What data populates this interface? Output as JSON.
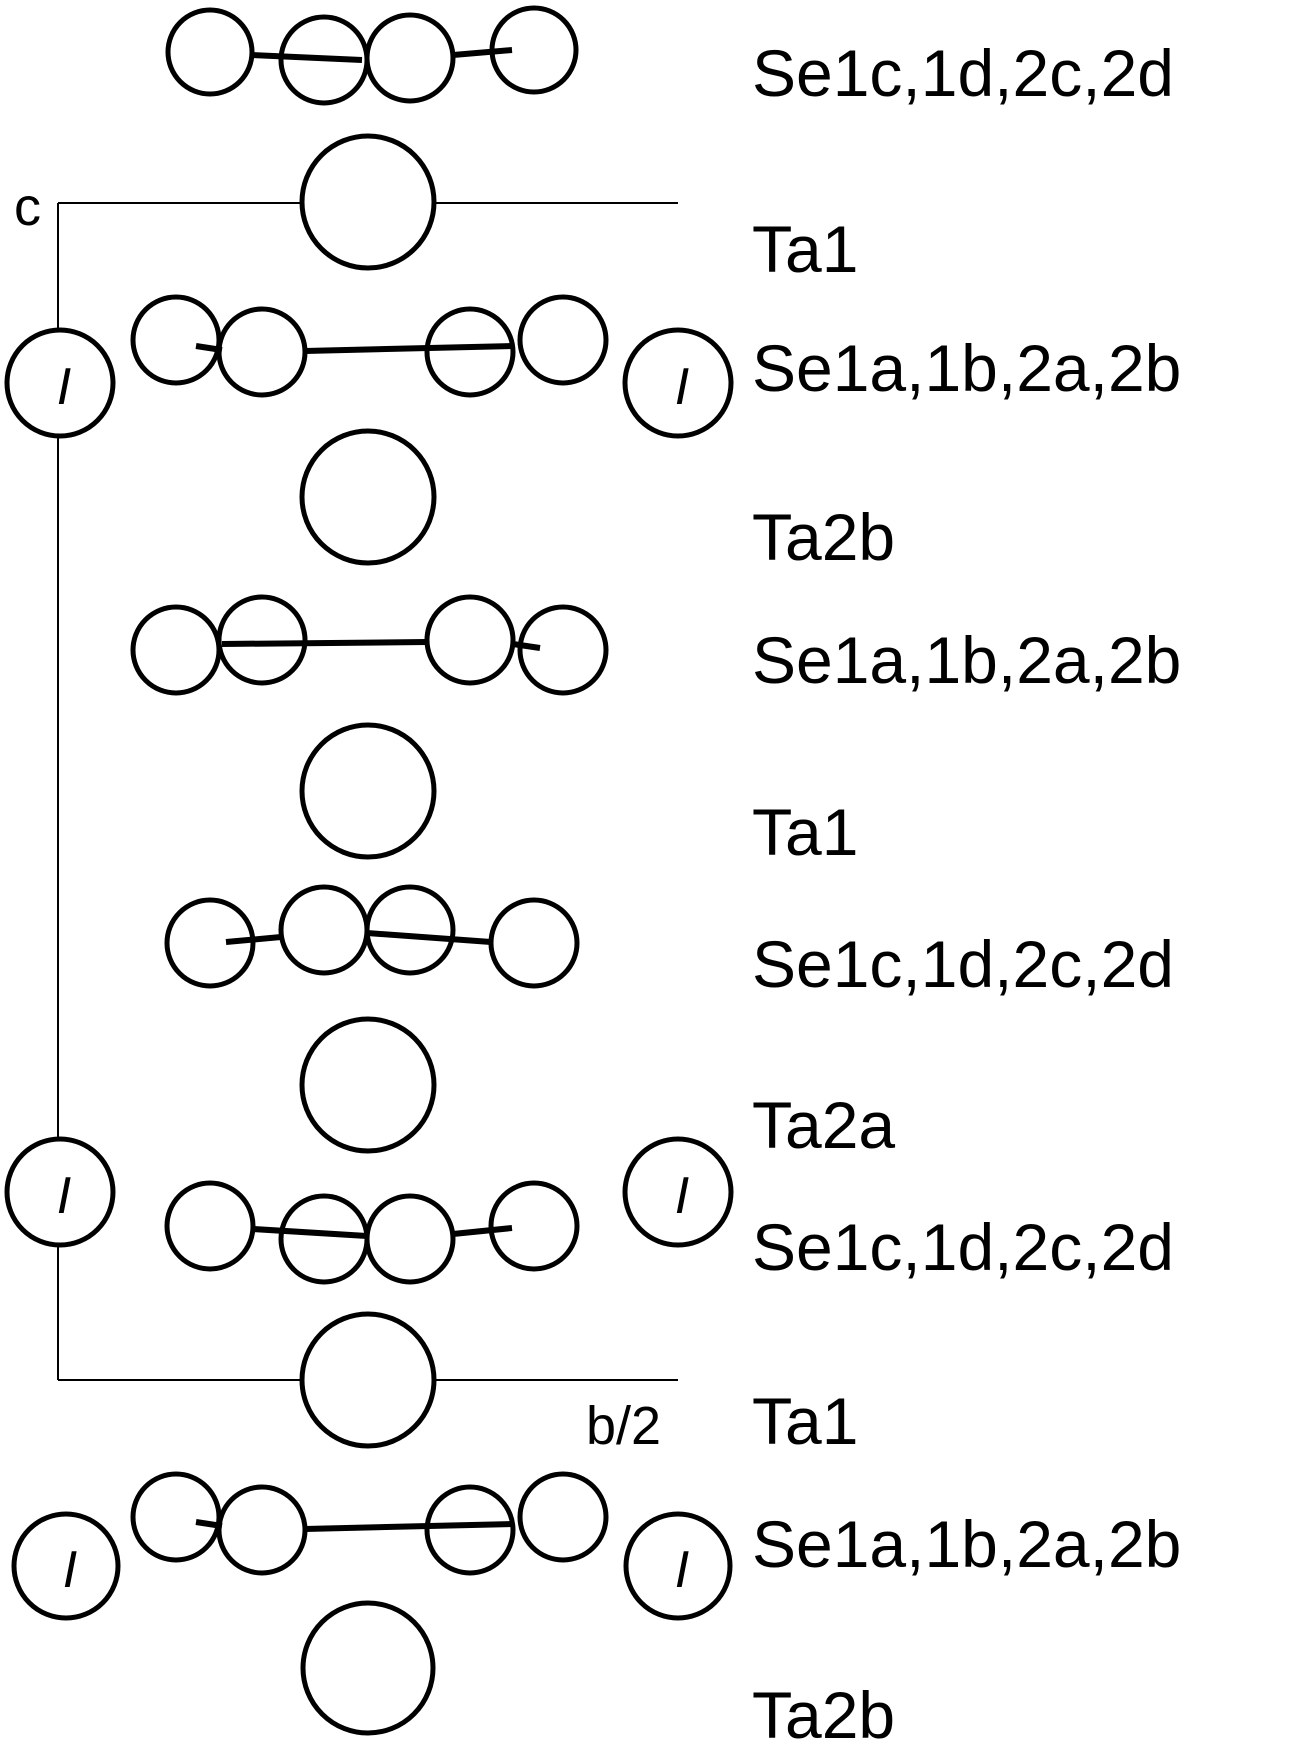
{
  "axes": {
    "c_label": "c",
    "b_label": "b/2"
  },
  "iodine_symbol": "I",
  "layer_labels": [
    "Se1c,1d,2c,2d",
    "Ta1",
    "Se1a,1b,2a,2b",
    "Ta2b",
    "Se1a,1b,2a,2b",
    "Ta1",
    "Se1c,1d,2c,2d",
    "Ta2a",
    "Se1c,1d,2c,2d",
    "Ta1",
    "Se1a,1b,2a,2b",
    "Ta2b"
  ]
}
